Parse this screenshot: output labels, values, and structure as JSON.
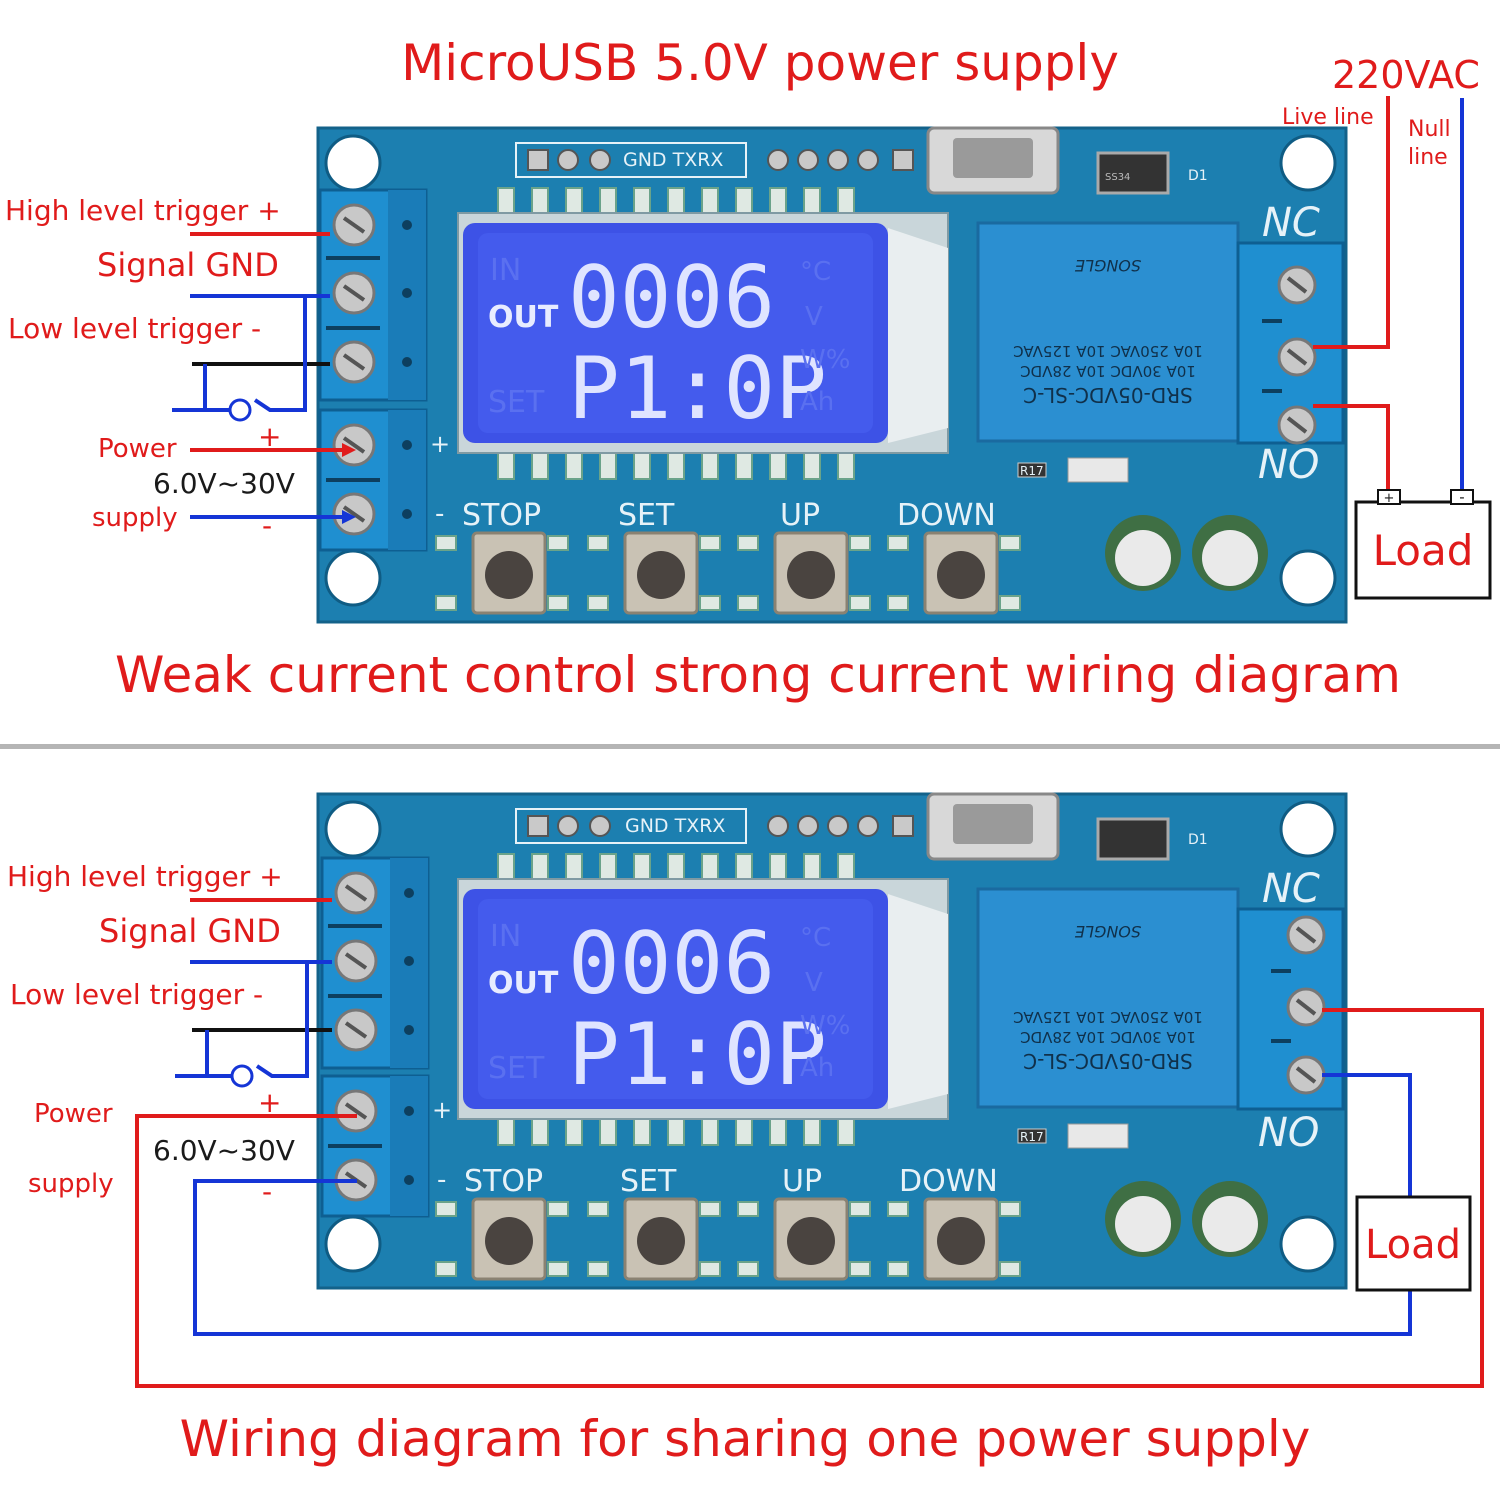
{
  "top": {
    "title": "MicroUSB 5.0V power supply",
    "caption": "Weak current control strong current wiring diagram",
    "ac_label": "220VAC",
    "live_label": "Live line",
    "null_label_1": "Null",
    "null_label_2": "line",
    "power_label": "Power",
    "voltage_label": "6.0V~30V",
    "supply_label": "supply",
    "load_label": "Load",
    "load_plus": "+",
    "load_minus": "-"
  },
  "bottom": {
    "caption": "Wiring diagram for sharing one power supply",
    "power_label": "Power",
    "voltage_label": "6.0V~30V",
    "supply_label": "supply",
    "load_label": "Load"
  },
  "labels": {
    "high_trigger": "High level  trigger +",
    "signal_gnd": "Signal GND",
    "low_trigger": "Low level  trigger -",
    "plus": "+",
    "minus": "-"
  },
  "board": {
    "header_label": "GND TXRX",
    "lcd_row1": "0006",
    "lcd_row2": "P1:0P",
    "lcd_out": "OUT",
    "lcd_in": "IN",
    "lcd_set": "SET",
    "lcd_unit_c": "°C",
    "lcd_unit_v": "V",
    "lcd_unit_w": "W%",
    "lcd_unit_ah": "Ah",
    "btn_stop": "STOP",
    "btn_set": "SET",
    "btn_up": "UP",
    "btn_down": "DOWN",
    "nc": "NC",
    "no": "NO",
    "relay_line1": "SRD-05VDC-SL-C",
    "relay_line2": "10A 30VDC  10A 28VDC",
    "relay_line3": "10A 250VAC  10A 125VAC",
    "relay_brand": "SONGLE",
    "diode_label": "D1",
    "diode_code": "SS34",
    "resistor_label": "R17",
    "plus_mark": "+",
    "minus_mark": "-"
  },
  "colors": {
    "pcb": "#1c7fb0",
    "terminal": "#1f8fd0",
    "lcd": "#3d52e6",
    "wire_red": "#e01b1b",
    "wire_blue": "#1535d6",
    "text_red": "#e01b1b"
  }
}
